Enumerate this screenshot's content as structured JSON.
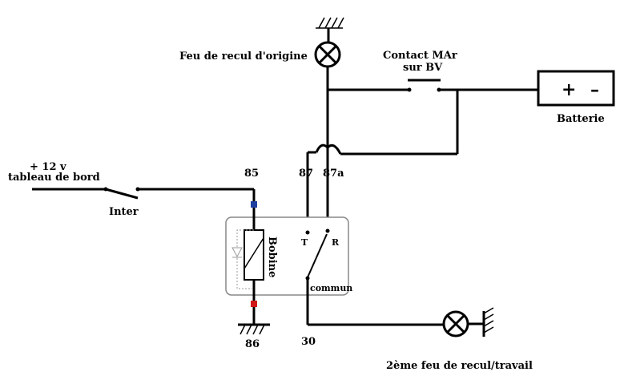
{
  "labels": {
    "lamp_original": "Feu de recul d'origine",
    "contact_line1": "Contact MAr",
    "contact_line2": "sur BV",
    "battery": "Batterie",
    "battery_plus": "+",
    "battery_minus": "–",
    "supply_line1": "+ 12 v",
    "supply_line2": "tableau de bord",
    "switch": "Inter",
    "coil": "Bobine",
    "pin_85": "85",
    "pin_86": "86",
    "pin_87": "87",
    "pin_87a": "87a",
    "pin_30": "30",
    "contact_T": "T",
    "contact_R": "R",
    "common": "commun",
    "lamp_second": "2ème feu de recul/travail"
  },
  "colors": {
    "pin_85_marker": "#1f3fa0",
    "pin_86_marker": "#d01818"
  },
  "icons": [
    "ground-icon",
    "lamp-icon",
    "battery-icon",
    "switch-icon",
    "relay-coil-icon",
    "diode-icon"
  ]
}
